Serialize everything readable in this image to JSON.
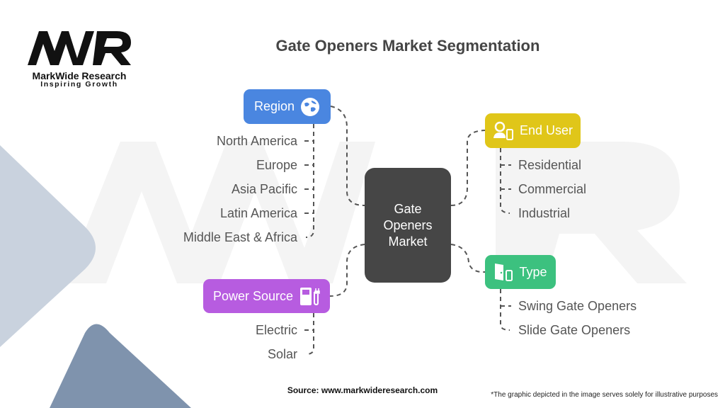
{
  "logo": {
    "mark": "MWR",
    "name": "MarkWide Research",
    "tagline": "Inspiring Growth"
  },
  "title": "Gate Openers Market Segmentation",
  "center": {
    "lines": [
      "Gate",
      "Openers",
      "Market"
    ]
  },
  "categories": {
    "region": {
      "label": "Region",
      "icon": "globe-icon",
      "color": "#4a86e0",
      "items": [
        "North America",
        "Europe",
        "Asia Pacific",
        "Latin America",
        "Middle East & Africa"
      ]
    },
    "end_user": {
      "label": "End User",
      "icon": "user-device-icon",
      "color": "#e0c619",
      "items": [
        "Residential",
        "Commercial",
        "Industrial"
      ]
    },
    "type": {
      "label": "Type",
      "icon": "door-device-icon",
      "color": "#3cc17f",
      "items": [
        "Swing Gate Openers",
        "Slide Gate Openers"
      ]
    },
    "power_source": {
      "label": "Power Source",
      "icon": "charging-station-icon",
      "color": "#b75ce0",
      "items": [
        "Electric",
        "Solar"
      ]
    }
  },
  "source": "Source: www.markwideresearch.com",
  "footnote": "*The graphic depicted in the image serves solely for illustrative purposes"
}
